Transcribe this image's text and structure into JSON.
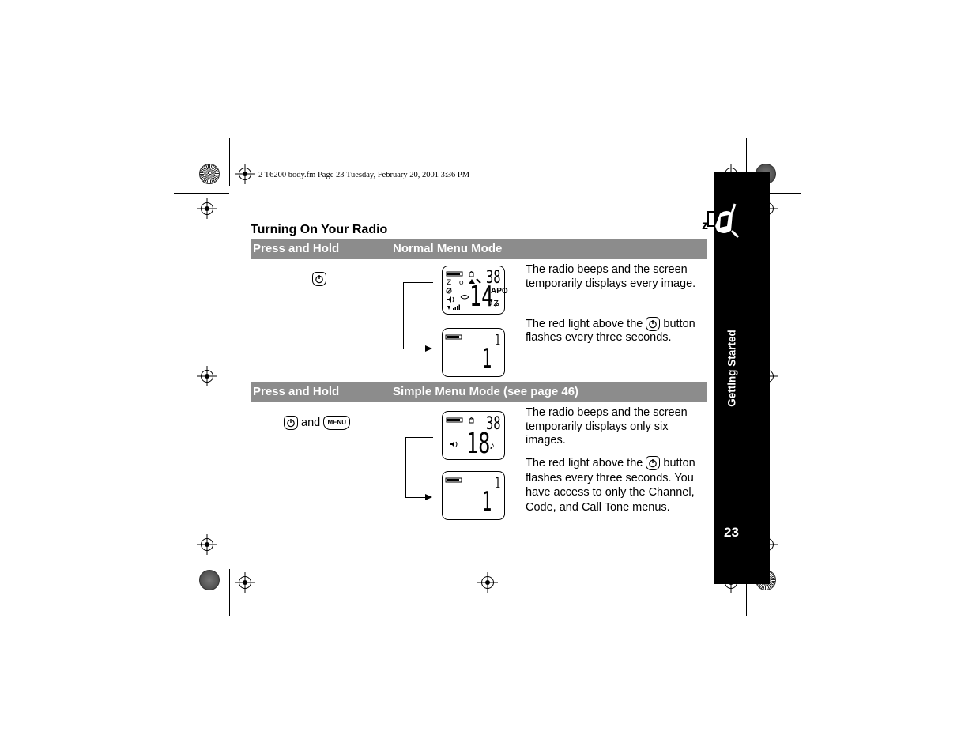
{
  "print_header": "2 T6200 body.fm  Page 23  Tuesday, February 20, 2001  3:36 PM",
  "section": {
    "title": "Turning On Your Radio"
  },
  "normal_mode": {
    "col1": "Press and Hold",
    "col2": "Normal Menu Mode",
    "desc1": "The radio beeps and the screen temporarily displays every image.",
    "desc2_pre": "The red light above the",
    "desc2_post": "button flashes every three seconds.",
    "lcd_full": {
      "channel": "14",
      "code": "38",
      "apo": "APO"
    },
    "lcd_min": {
      "top": "1",
      "main": "1"
    }
  },
  "simple_mode": {
    "col1": "Press and Hold",
    "col2": "Simple Menu Mode (see page 46)",
    "and_text": "and",
    "menu_label": "MENU",
    "desc1": "The radio beeps and the screen temporarily displays only six images.",
    "desc2_pre": "The red light above the",
    "desc2_post": "button flashes every three seconds. You have access to only the Channel, Code, and Call Tone menus.",
    "lcd_full": {
      "channel": "18",
      "code": "38"
    },
    "lcd_min": {
      "top": "1",
      "main": "1"
    }
  },
  "sidebar": {
    "label": "Getting Started",
    "page_number": "23"
  },
  "icons": [
    "power-icon",
    "menu-icon",
    "radio-icon",
    "registration-mark-icon"
  ]
}
